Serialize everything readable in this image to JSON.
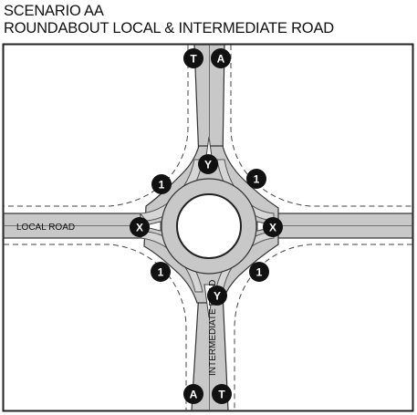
{
  "header": {
    "title": "SCENARIO AA",
    "subtitle": "ROUNDABOUT LOCAL & INTERMEDIATE ROAD"
  },
  "roads": {
    "local_label": "LOCAL ROAD",
    "intermediate_label": "INTERMEDIATE ROAD"
  },
  "markers": {
    "north_left": "T",
    "north_right": "A",
    "south_left": "A",
    "south_right": "T",
    "north_entry": "Y",
    "south_entry": "Y",
    "west_entry": "X",
    "east_entry": "X",
    "bypass_nw": "1",
    "bypass_ne": "1",
    "bypass_sw": "1",
    "bypass_se": "1"
  },
  "colors": {
    "pavement": "#c8c8c8",
    "marker_fill": "#111111",
    "marker_text": "#ffffff",
    "line": "#222222"
  }
}
